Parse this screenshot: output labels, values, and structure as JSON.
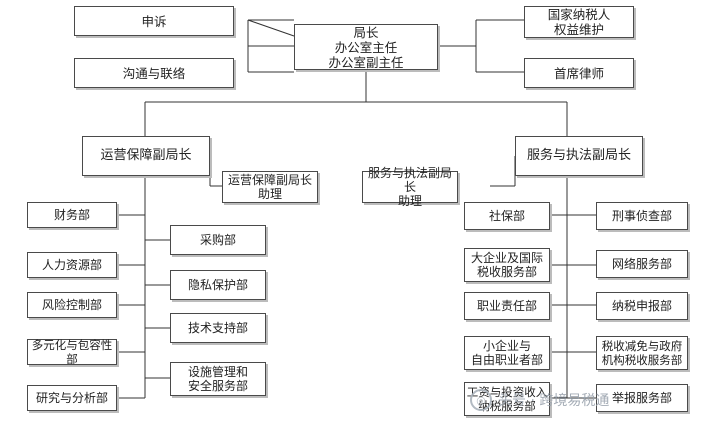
{
  "org": {
    "head": "局长\n办公室主任\n办公室副主任",
    "left_top": [
      "申诉",
      "沟通与联络"
    ],
    "right_top": [
      "国家纳税人\n权益维护",
      "首席律师"
    ],
    "ops_deputy": "运营保障副局长",
    "ops_assistant": "运营保障副局长\n助理",
    "ops_outer": [
      "财务部",
      "人力资源部",
      "风险控制部",
      "多元化与包容性部",
      "研究与分析部"
    ],
    "ops_inner": [
      "采购部",
      "隐私保护部",
      "技术支持部",
      "设施管理和\n安全服务部"
    ],
    "svc_deputy": "服务与执法副局长",
    "svc_assistant": "服务与执法副局长\n助理",
    "svc_left": [
      "社保部",
      "大企业及国际\n税收服务部",
      "职业责任部",
      "小企业与\n自由职业者部",
      "工资与投资收入\n纳税服务部"
    ],
    "svc_right": [
      "刑事侦查部",
      "网络服务部",
      "纳税申报部",
      "税收减免与政府\n机构税收服务部",
      "举报服务部"
    ]
  },
  "watermark": {
    "text": "头号 · 跨境易税通"
  }
}
